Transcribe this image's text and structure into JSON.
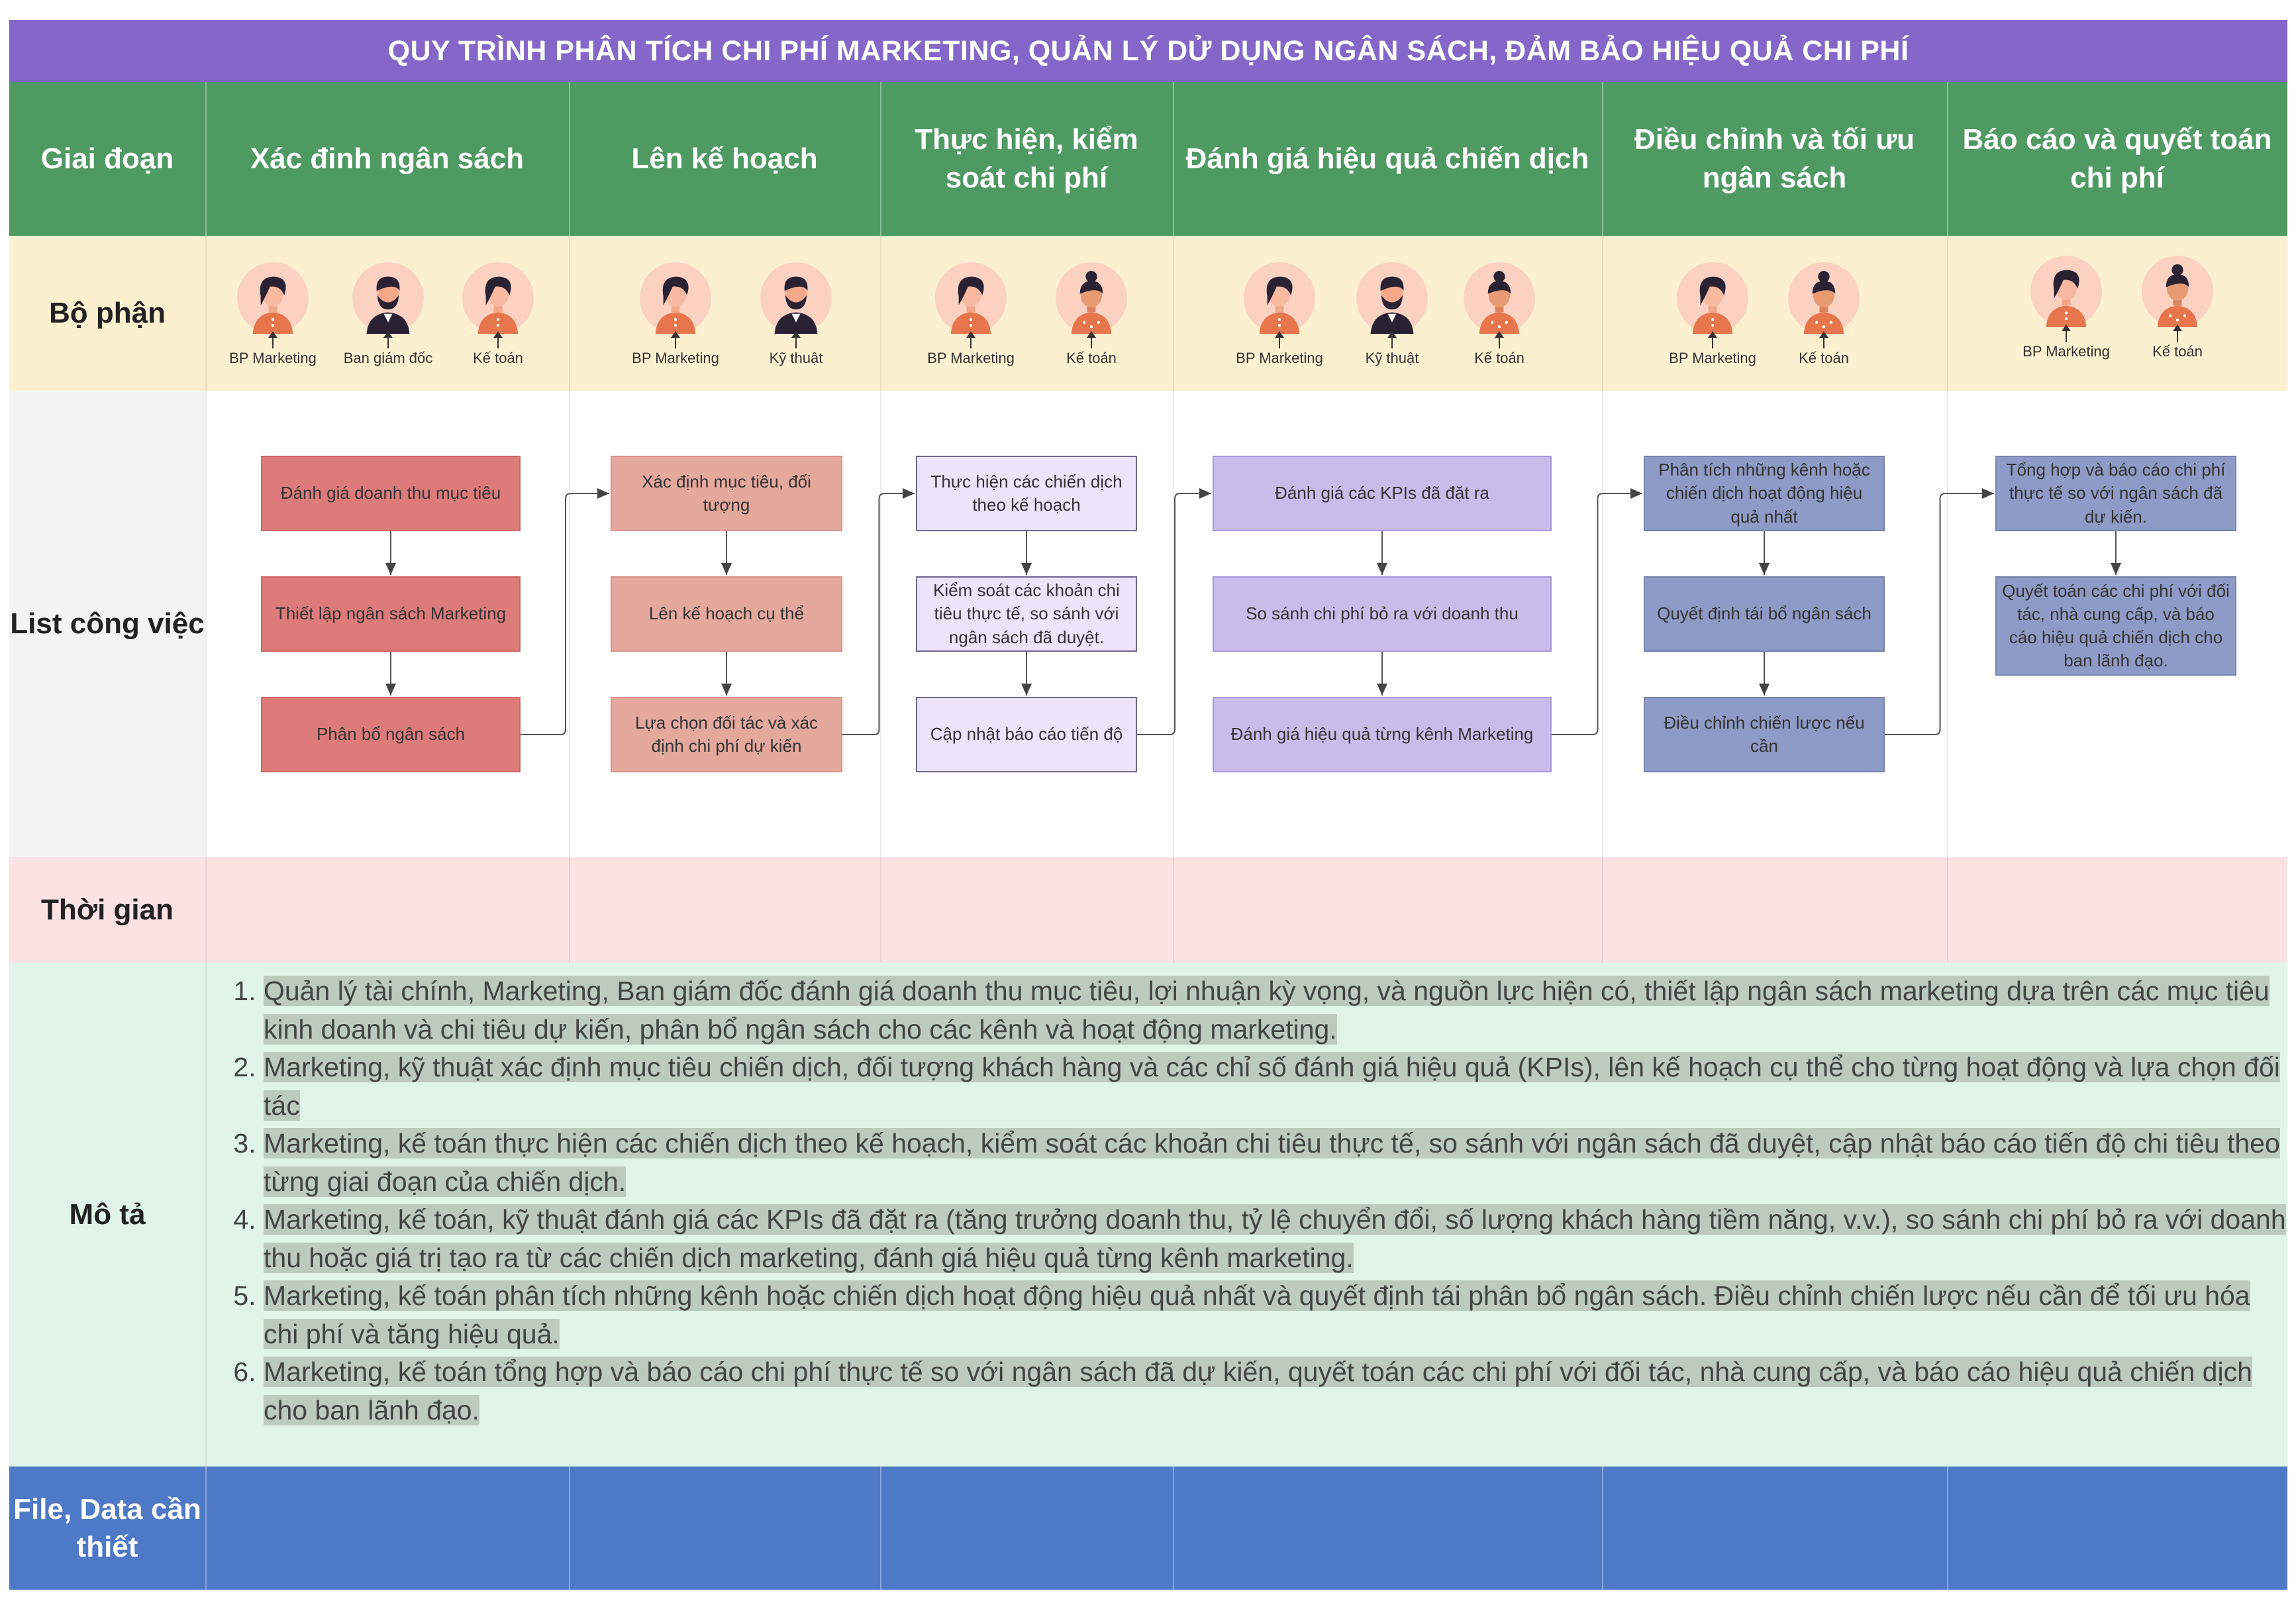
{
  "title": "QUY TRÌNH PHÂN TÍCH CHI PHÍ MARKETING, QUẢN LÝ DỬ DỤNG NGÂN SÁCH, ĐẢM BẢO HIỆU QUẢ CHI PHÍ",
  "row_labels": {
    "phase": "Giai đoạn",
    "departments": "Bộ phận",
    "tasks": "List công việc",
    "time": "Thời gian",
    "description": "Mô tả",
    "files": "File, Data cần thiết"
  },
  "phases": [
    "Xác đinh ngân sách",
    "Lên kế hoạch",
    "Thực hiện, kiểm soát chi phí",
    "Đánh giá hiệu quả chiến dịch",
    "Điều chỉnh và tối ưu ngân sách",
    "Báo cáo và quyết toán chi phí"
  ],
  "departments": [
    [
      {
        "label": "BP Marketing",
        "avatar": "woman-dark-hair-icon"
      },
      {
        "label": "Ban giám đốc",
        "avatar": "man-bearded-icon"
      },
      {
        "label": "Kế toán",
        "avatar": "woman-dark-hair-icon"
      }
    ],
    [
      {
        "label": "BP Marketing",
        "avatar": "woman-dark-hair-icon"
      },
      {
        "label": "Kỹ thuật",
        "avatar": "man-bearded-icon"
      }
    ],
    [
      {
        "label": "BP Marketing",
        "avatar": "woman-dark-hair-icon"
      },
      {
        "label": "Kế toán",
        "avatar": "woman-bun-icon"
      }
    ],
    [
      {
        "label": "BP Marketing",
        "avatar": "woman-dark-hair-icon"
      },
      {
        "label": "Kỹ thuật",
        "avatar": "man-bearded-icon"
      },
      {
        "label": "Kế toán",
        "avatar": "woman-bun-icon"
      }
    ],
    [
      {
        "label": "BP Marketing",
        "avatar": "woman-dark-hair-icon"
      },
      {
        "label": "Kế toán",
        "avatar": "woman-bun-icon"
      }
    ],
    [
      {
        "label": "BP Marketing",
        "avatar": "woman-dark-hair-icon"
      },
      {
        "label": "Kế toán",
        "avatar": "woman-bun-icon"
      }
    ]
  ],
  "tasks": [
    [
      "Đánh giá doanh thu mục tiêu",
      "Thiết lập ngân sách Marketing",
      "Phân bổ ngân sách"
    ],
    [
      "Xác định mục tiêu, đối tượng",
      "Lên kế hoạch cụ thể",
      "Lựa chọn đối tác và xác định chi phí dự kiến"
    ],
    [
      "Thực hiện các chiến dịch theo kế hoạch",
      "Kiểm soát các khoản chi tiêu thực tế, so sánh với ngân sách đã duyệt.",
      "Cập nhật báo cáo tiến độ"
    ],
    [
      "Đánh giá các KPIs đã đặt ra",
      "So sánh chi phí bỏ ra với doanh thu",
      "Đánh giá hiệu quả từng kênh Marketing"
    ],
    [
      "Phân tích những kênh hoặc chiến dịch hoạt động hiệu quả nhất",
      "Quyết định tái bổ ngân sách",
      "Điều chỉnh chiến lược nếu cần"
    ],
    [
      "Tổng hợp và báo cáo chi phí thực tế so với ngân sách đã dự kiến.",
      "Quyết toán các chi phí với đối tác, nhà cung cấp, và báo cáo hiệu quả chiến dịch cho ban lãnh đạo."
    ]
  ],
  "description": [
    "Quản lý tài chính, Marketing, Ban giám đốc đánh giá doanh thu mục tiêu, lợi nhuận kỳ vọng, và nguồn lực hiện có, thiết lập ngân sách marketing dựa trên các mục tiêu kinh doanh và chi tiêu dự kiến, phân bổ ngân sách cho các kênh và hoạt động marketing.",
    "Marketing, kỹ thuật xác định mục tiêu chiến dịch, đối tượng khách hàng và các chỉ số đánh giá hiệu quả (KPIs), lên kế hoạch cụ thể cho từng hoạt động và lựa chọn đối tác",
    "Marketing, kế toán thực hiện các chiến dịch theo kế hoạch, kiểm soát các khoản chi tiêu thực tế, so sánh với ngân sách đã duyệt, cập nhật báo cáo tiến độ chi tiêu theo từng giai đoạn của chiến dịch.",
    "Marketing, kế toán, kỹ thuật đánh giá các KPIs đã đặt ra (tăng trưởng doanh thu, tỷ lệ chuyển đổi, số lượng khách hàng tiềm năng, v.v.), so sánh chi phí bỏ ra với doanh thu hoặc giá trị tạo ra từ các chiến dịch marketing, đánh giá hiệu quả từng kênh marketing.",
    "Marketing, kế toán phân tích những kênh hoặc chiến dịch hoạt động hiệu quả nhất và quyết định tái phân bổ ngân sách. Điều chỉnh chiến lược nếu cần để tối ưu hóa chi phí và tăng hiệu quả.",
    "Marketing, kế toán tổng hợp và báo cáo chi phí thực tế so với ngân sách đã dự kiến, quyết toán các chi phí với đối tác, nhà cung cấp, và báo cáo hiệu quả chiến dịch cho ban lãnh đạo."
  ],
  "colors": {
    "title_bar": "#8467c9",
    "header_row": "#4f9a63",
    "department_row": "#fdf0d1",
    "time_row": "#fde2e4",
    "description_row": "#e0f5e8",
    "files_row": "#4e79c6",
    "task_phase1": "#dd7b7b",
    "task_phase2": "#e5a89d",
    "task_phase3": "#ebe4fb",
    "task_phase4": "#c8bdea",
    "task_phase5": "#8e9bc6",
    "task_phase6": "#8e9bc6"
  }
}
